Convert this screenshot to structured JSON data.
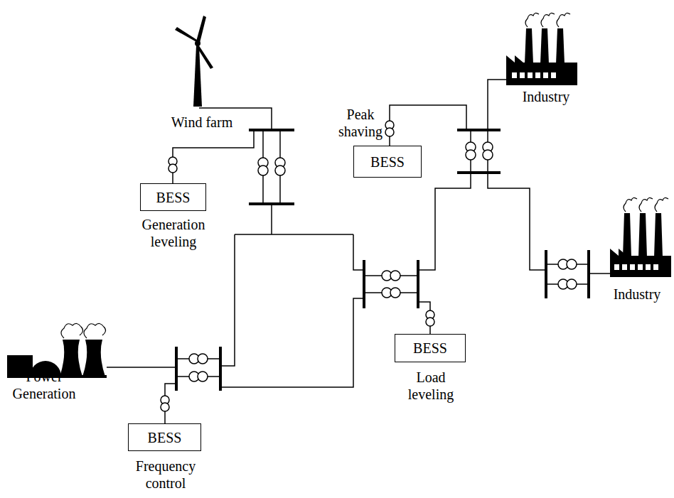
{
  "diagram": {
    "nodes": [
      {
        "text": [
          "BESS",
          "Generation leveling"
        ]
      },
      {
        "text": [
          "BESS",
          "Peak shaving"
        ]
      },
      {
        "text": [
          "BESS",
          "Load leveling"
        ]
      },
      {
        "text": [
          "BESS",
          "Frequency control"
        ]
      }
    ],
    "labels": [
      "Wind farm",
      "Industry",
      "Industry",
      "Power Generation"
    ]
  }
}
